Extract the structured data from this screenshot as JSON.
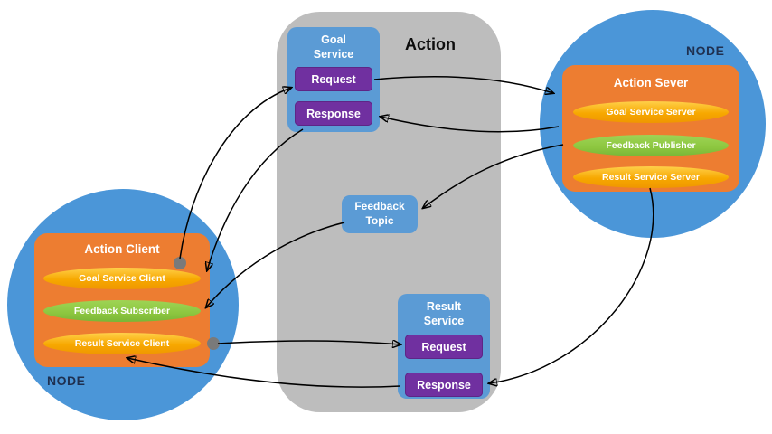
{
  "action": {
    "title": "Action"
  },
  "nodes": {
    "left_label": "NODE",
    "right_label": "NODE"
  },
  "goal_service": {
    "title": "Goal Service",
    "request": "Request",
    "response": "Response"
  },
  "feedback_topic": {
    "title": "Feedback Topic"
  },
  "result_service": {
    "title": "Result Service",
    "request": "Request",
    "response": "Response"
  },
  "action_client": {
    "title": "Action Client",
    "items": [
      "Goal Service Client",
      "Feedback Subscriber",
      "Result Service Client"
    ]
  },
  "action_server": {
    "title": "Action Sever",
    "items": [
      "Goal Service Server",
      "Feedback Publisher",
      "Result Service Server"
    ]
  },
  "colors": {
    "node_circle": "#4b96d8",
    "container_orange": "#ed7d31",
    "pill_yellow": "#f7a800",
    "pill_green": "#8cc63f",
    "service_blue": "#5b9bd5",
    "button_purple": "#7030a0",
    "panel_gray": "#bdbdbd",
    "arrow_black": "#000000",
    "dot_gray": "#7a7a7a"
  }
}
